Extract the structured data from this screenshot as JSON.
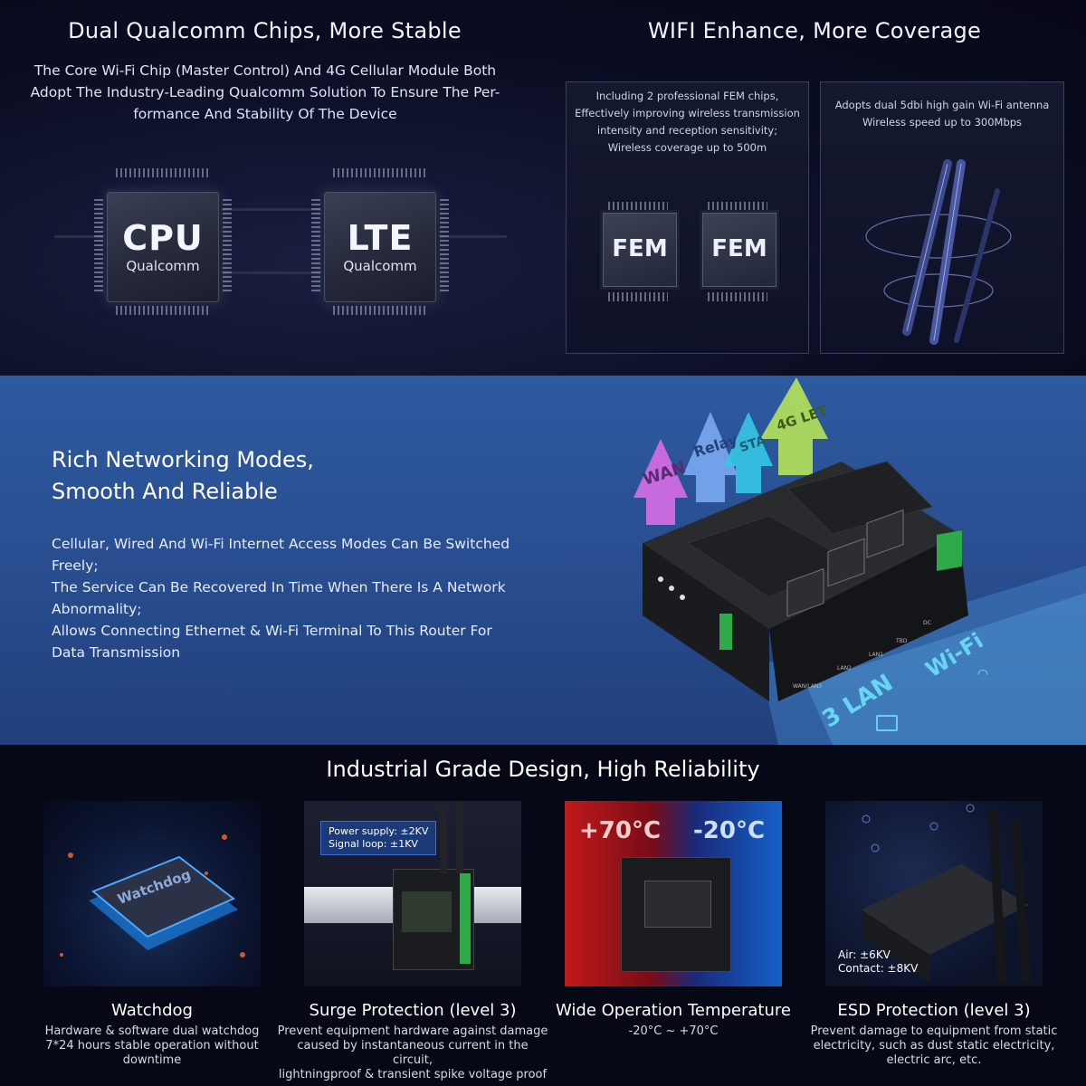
{
  "section1": {
    "left_title": "Dual Qualcomm Chips, More Stable",
    "left_desc": [
      "The Core Wi-Fi Chip (Master Control) And 4G Cellular Module Both",
      "Adopt The Industry-Leading Qualcomm Solution To Ensure The Per-",
      "formance And Stability Of The Device"
    ],
    "chips": [
      {
        "label": "CPU",
        "brand": "Qualcomm"
      },
      {
        "label": "LTE",
        "brand": "Qualcomm"
      }
    ],
    "right_title": "WIFI Enhance, More Coverage",
    "fem_panel": [
      "Including 2 professional FEM chips,",
      "Effectively improving wireless transmission",
      "intensity and reception sensitivity;",
      "Wireless coverage up to 500m"
    ],
    "fem_chips": [
      "FEM",
      "FEM"
    ],
    "antenna_panel": [
      "Adopts dual 5dbi high gain Wi-Fi antenna",
      "Wireless speed up to 300Mbps"
    ]
  },
  "section2": {
    "title": [
      "Rich Networking Modes,",
      "Smooth And Reliable"
    ],
    "desc": [
      "Cellular, Wired And Wi-Fi Internet Access Modes Can Be Switched",
      "Freely;",
      "The Service Can Be Recovered In Time When There Is A Network",
      "Abnormality;",
      "Allows Connecting Ethernet & Wi-Fi Terminal To This Router For",
      "Data Transmission"
    ],
    "arrows": [
      {
        "label": "WAN",
        "color": "#d86de6"
      },
      {
        "label": "Relay",
        "color": "#7aa8f2"
      },
      {
        "label": "STA",
        "color": "#36c6e6"
      },
      {
        "label": "4G LET",
        "color": "#b6e35a"
      }
    ],
    "floor_labels": {
      "lan": "3 LAN",
      "wifi": "Wi-Fi"
    },
    "port_labels": [
      "WAN/LAN3",
      "LAN2",
      "LAN1",
      "TBD",
      "DC"
    ]
  },
  "section3": {
    "title": "Industrial Grade Design, High Reliability",
    "cards": [
      {
        "title": "Watchdog",
        "desc": [
          "Hardware & software dual watchdog",
          "7*24 hours stable operation without downtime"
        ],
        "chip_label": "Watchdog"
      },
      {
        "title": "Surge Protection (level 3)",
        "desc": [
          "Prevent equipment hardware against damage",
          "caused by instantaneous current in the circuit,",
          "lightningproof & transient spike voltage proof"
        ],
        "tag": [
          "Power supply:  ±2KV",
          "Signal loop:  ±1KV"
        ]
      },
      {
        "title": "Wide Operation Temperature",
        "desc": [
          "-20°C ~ +70°C"
        ],
        "hot": "+70°C",
        "cold": "-20°C"
      },
      {
        "title": "ESD Protection (level 3)",
        "desc": [
          "Prevent damage to equipment from static",
          "electricity, such as dust static electricity,",
          "electric arc, etc."
        ],
        "tag": [
          "Air:  ±6KV",
          "Contact:  ±8KV"
        ]
      }
    ]
  }
}
